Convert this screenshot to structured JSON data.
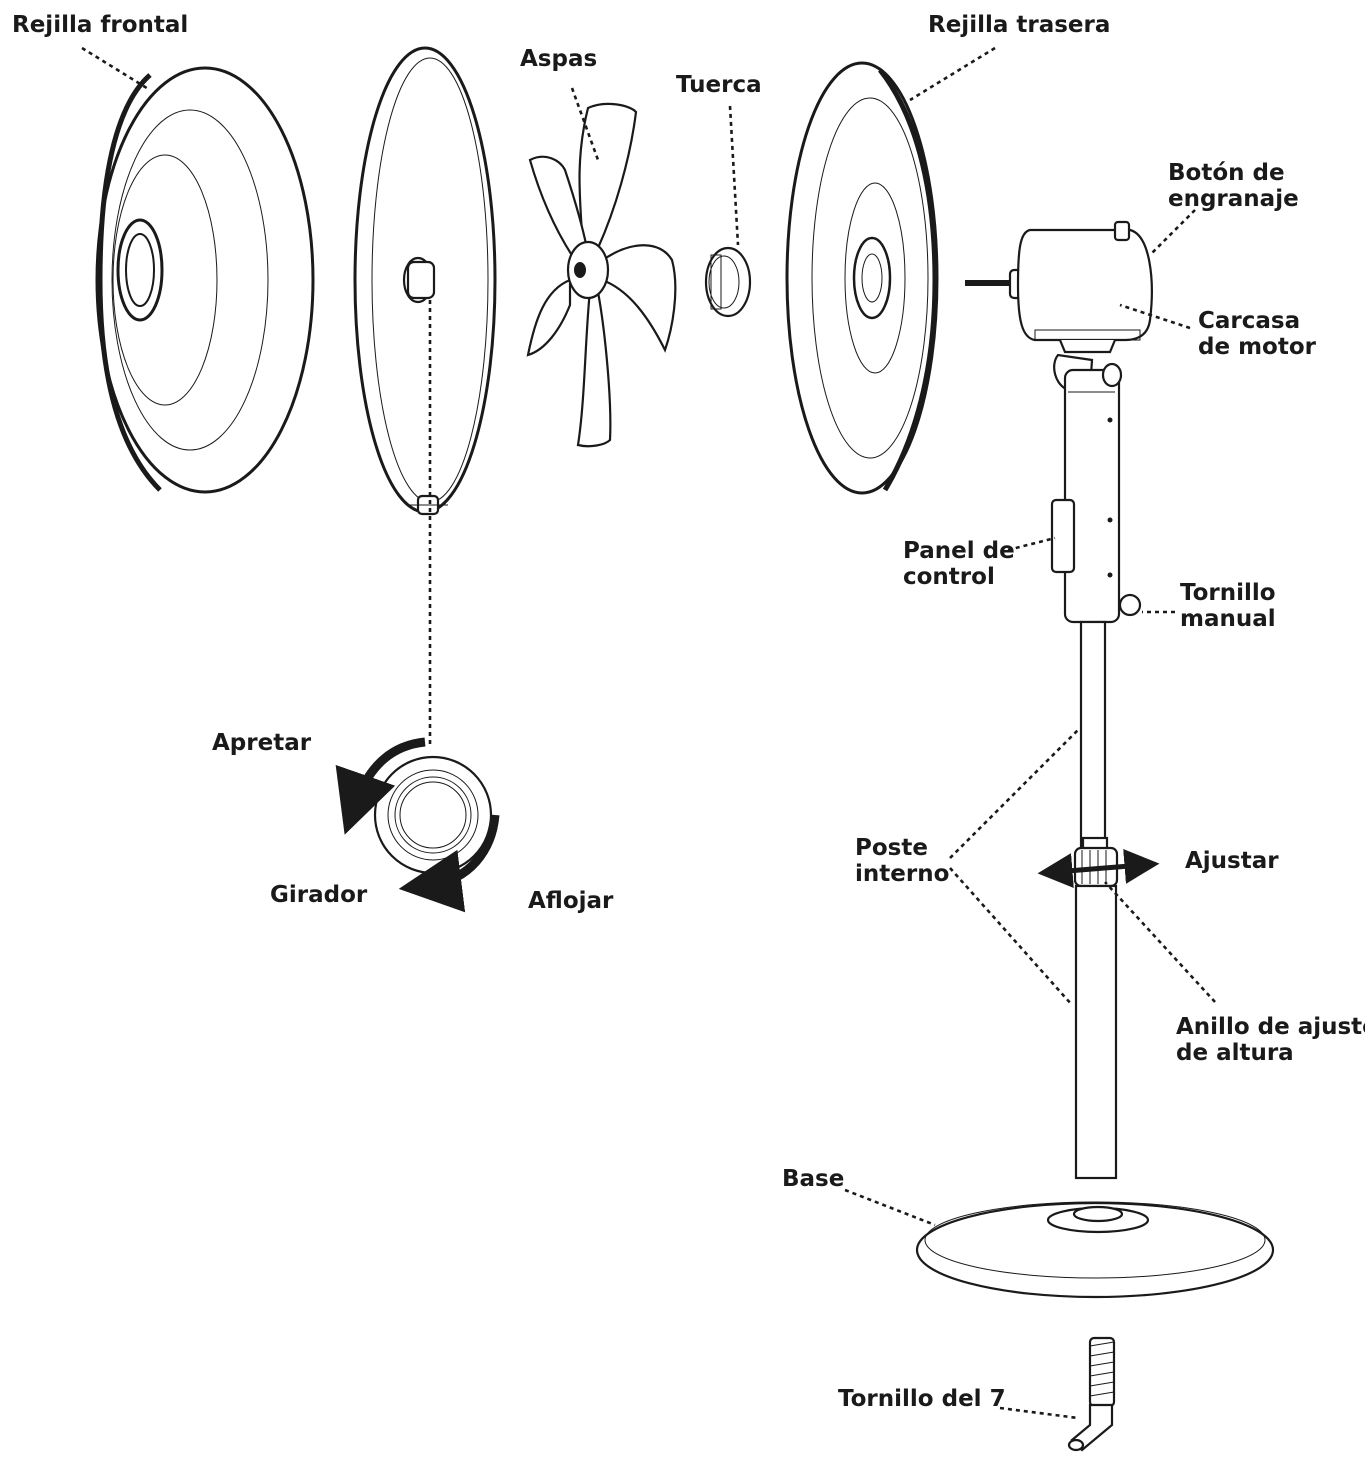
{
  "labels": {
    "rejilla_frontal": "Rejilla frontal",
    "aspas": "Aspas",
    "tuerca": "Tuerca",
    "rejilla_trasera": "Rejilla trasera",
    "boton_line1": "Botón de",
    "boton_line2": "engranaje",
    "carcasa_line1": "Carcasa",
    "carcasa_line2": "de motor",
    "panel_line1": "Panel de",
    "panel_line2": "control",
    "tornillo_manual_line1": "Tornillo",
    "tornillo_manual_line2": "manual",
    "apretar": "Apretar",
    "girador": "Girador",
    "aflojar": "Aflojar",
    "poste_line1": "Poste",
    "poste_line2": "interno",
    "ajustar": "Ajustar",
    "anillo_line1": "Anillo de ajuste",
    "anillo_line2": "de altura",
    "base": "Base",
    "tornillo_7": "Tornillo del 7"
  },
  "colors": {
    "ink": "#1a1a1a",
    "paper": "#ffffff",
    "lightfill": "#f2f2f2"
  },
  "icons": [
    "tighten-arrow-icon",
    "loosen-arrow-icon",
    "adjust-double-arrow-icon"
  ]
}
